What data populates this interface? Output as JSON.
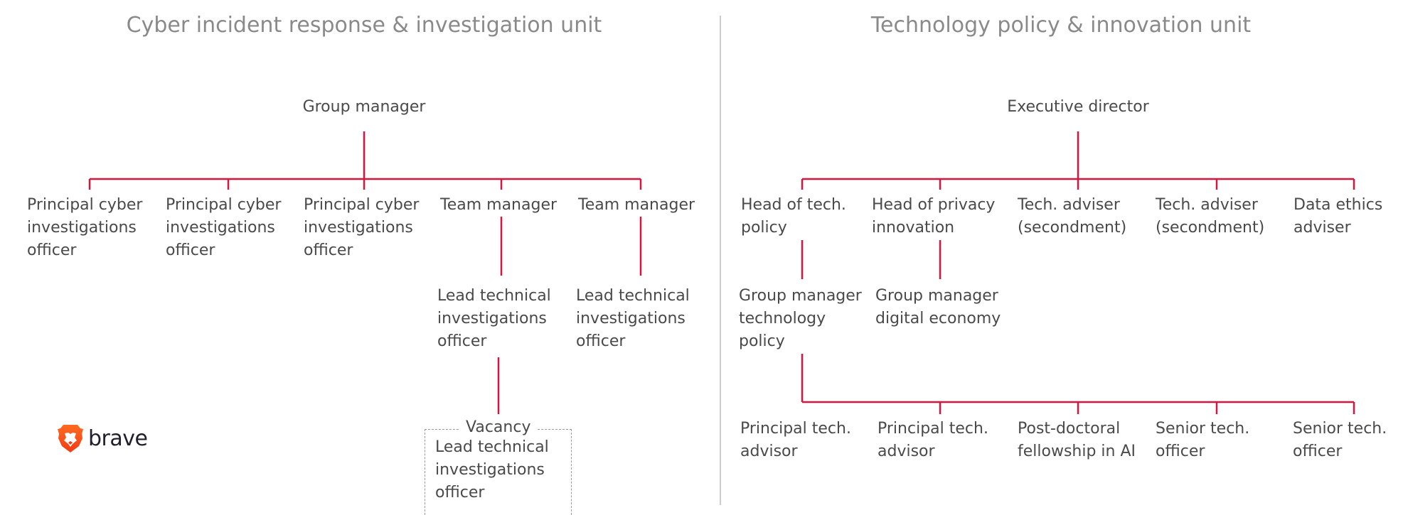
{
  "colors": {
    "connector": "#d6163f",
    "divider": "#cccccc",
    "title": "#8a8a8a",
    "text": "#4a4a4a"
  },
  "units": {
    "left": {
      "title": "Cyber incident response & investigation unit",
      "head": "Group manager",
      "row1": [
        "Principal cyber\ninvestigations\nofficer",
        "Principal cyber\ninvestigations\nofficer",
        "Principal cyber\ninvestigations\nofficer",
        "Team manager",
        "Team manager"
      ],
      "lead_a": "Lead technical\ninvestigations\nofficer",
      "lead_b": "Lead technical\ninvestigations\nofficer",
      "vacancy_label": "Vacancy",
      "vacancy_role": "Lead technical\ninvestigations\nofficer"
    },
    "right": {
      "title": "Technology policy & innovation unit",
      "head": "Executive director",
      "row1": [
        "Head of tech.\npolicy",
        "Head of privacy\ninnovation",
        "Tech. adviser\n(secondment)",
        "Tech. adviser\n(secondment)",
        "Data ethics\nadviser"
      ],
      "group_a": "Group manager\ntechnology\npolicy",
      "group_b": "Group manager\ndigital economy",
      "row3": [
        "Principal tech.\nadvisor",
        "Principal tech.\nadvisor",
        "Post-doctoral\nfellowship in AI",
        "Senior tech.\nofficer",
        "Senior tech.\nofficer"
      ]
    }
  },
  "logo": {
    "text": "brave",
    "icon": "brave-lion-icon"
  }
}
